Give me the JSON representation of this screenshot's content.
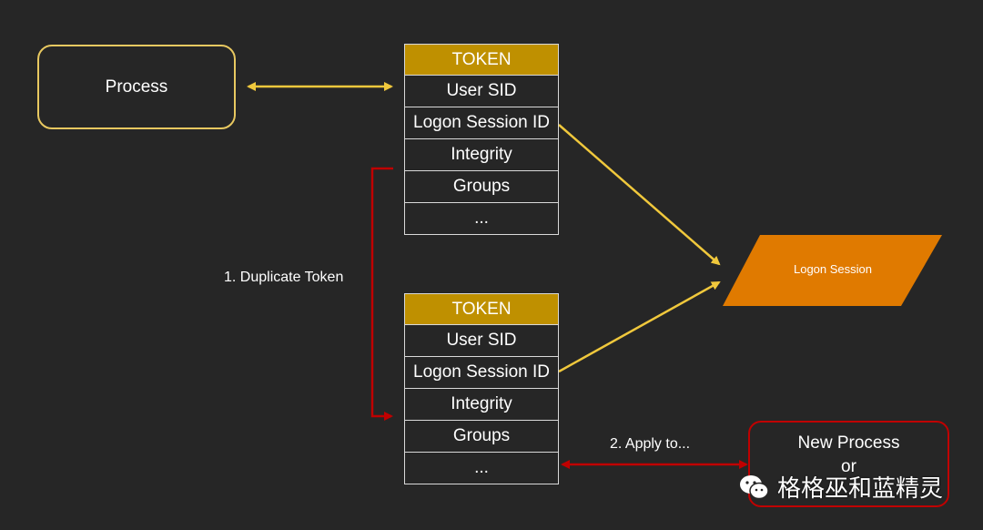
{
  "process": {
    "label": "Process"
  },
  "token_top": {
    "header": "TOKEN",
    "rows": [
      "User SID",
      "Logon Session ID",
      "Integrity",
      "Groups",
      "..."
    ]
  },
  "token_bottom": {
    "header": "TOKEN",
    "rows": [
      "User SID",
      "Logon Session ID",
      "Integrity",
      "Groups",
      "..."
    ]
  },
  "logon_session": {
    "label": "Logon Session"
  },
  "duplicate_label": "1. Duplicate Token",
  "apply_label": "2. Apply to...",
  "new_process": {
    "line1": "New Process",
    "line2": "or"
  },
  "watermark": {
    "text": "格格巫和蓝精灵"
  },
  "colors": {
    "background": "#262626",
    "gold": "#bf9000",
    "yellow_arrow": "#f0c83c",
    "red": "#c00000",
    "orange": "#e07a00"
  }
}
